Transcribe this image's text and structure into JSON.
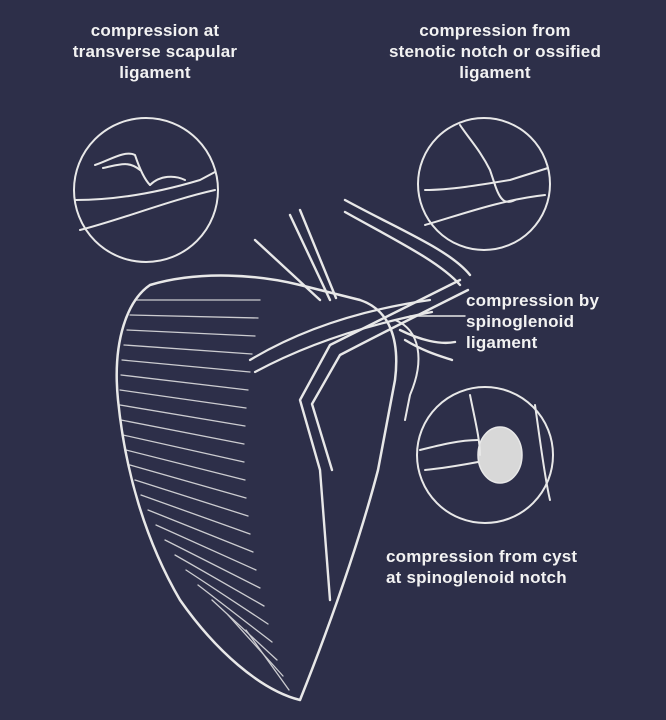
{
  "labels": {
    "transverse_scapular": {
      "line1": "compression at",
      "line2": "transverse scapular",
      "line3": "ligament"
    },
    "stenotic_notch": {
      "line1": "compression from",
      "line2": "stenotic notch or ossified",
      "line3": "ligament"
    },
    "spinoglenoid_ligament": {
      "line1": "compression by",
      "line2": "spinoglenoid",
      "line3": "ligament"
    },
    "cyst": {
      "line1": "compression from cyst",
      "line2": "at spinoglenoid notch"
    }
  },
  "colors": {
    "background": "#2d2f49",
    "ink": "#e8e8e8"
  }
}
